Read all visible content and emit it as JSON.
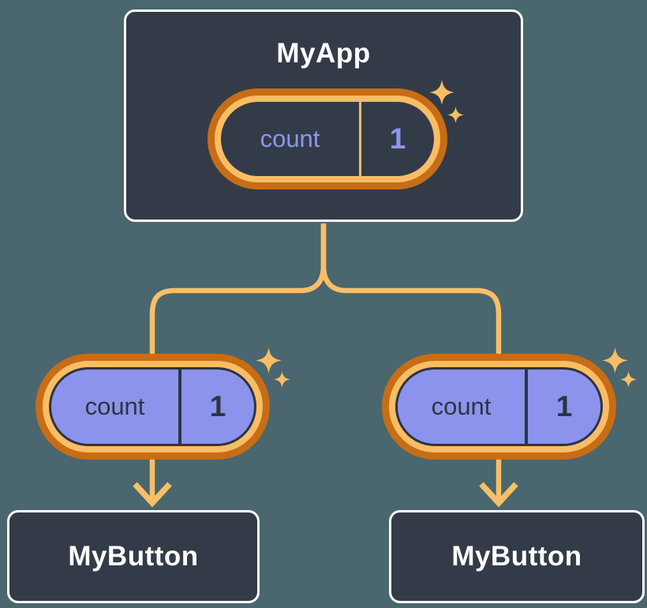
{
  "diagram": {
    "root": {
      "title": "MyApp",
      "state": {
        "label": "count",
        "value": "1"
      }
    },
    "children": [
      {
        "title": "MyButton",
        "state": {
          "label": "count",
          "value": "1"
        }
      },
      {
        "title": "MyButton",
        "state": {
          "label": "count",
          "value": "1"
        }
      }
    ],
    "colors": {
      "background": "#4a666e",
      "card_background": "#343b48",
      "card_border": "#ffffff",
      "connector_orange": "#f9bf67",
      "pill_ring_dark_orange": "#c76d15",
      "pill_ring_light_orange": "#f9bd66",
      "pill_purple_fill": "#8b93ec",
      "pill_dark_outline": "#2e3440",
      "state_text_lavender": "#8b97f0",
      "state_text_dark": "#2e3440",
      "title_text": "#ffffff",
      "sparkle": "#f9bd66"
    }
  }
}
